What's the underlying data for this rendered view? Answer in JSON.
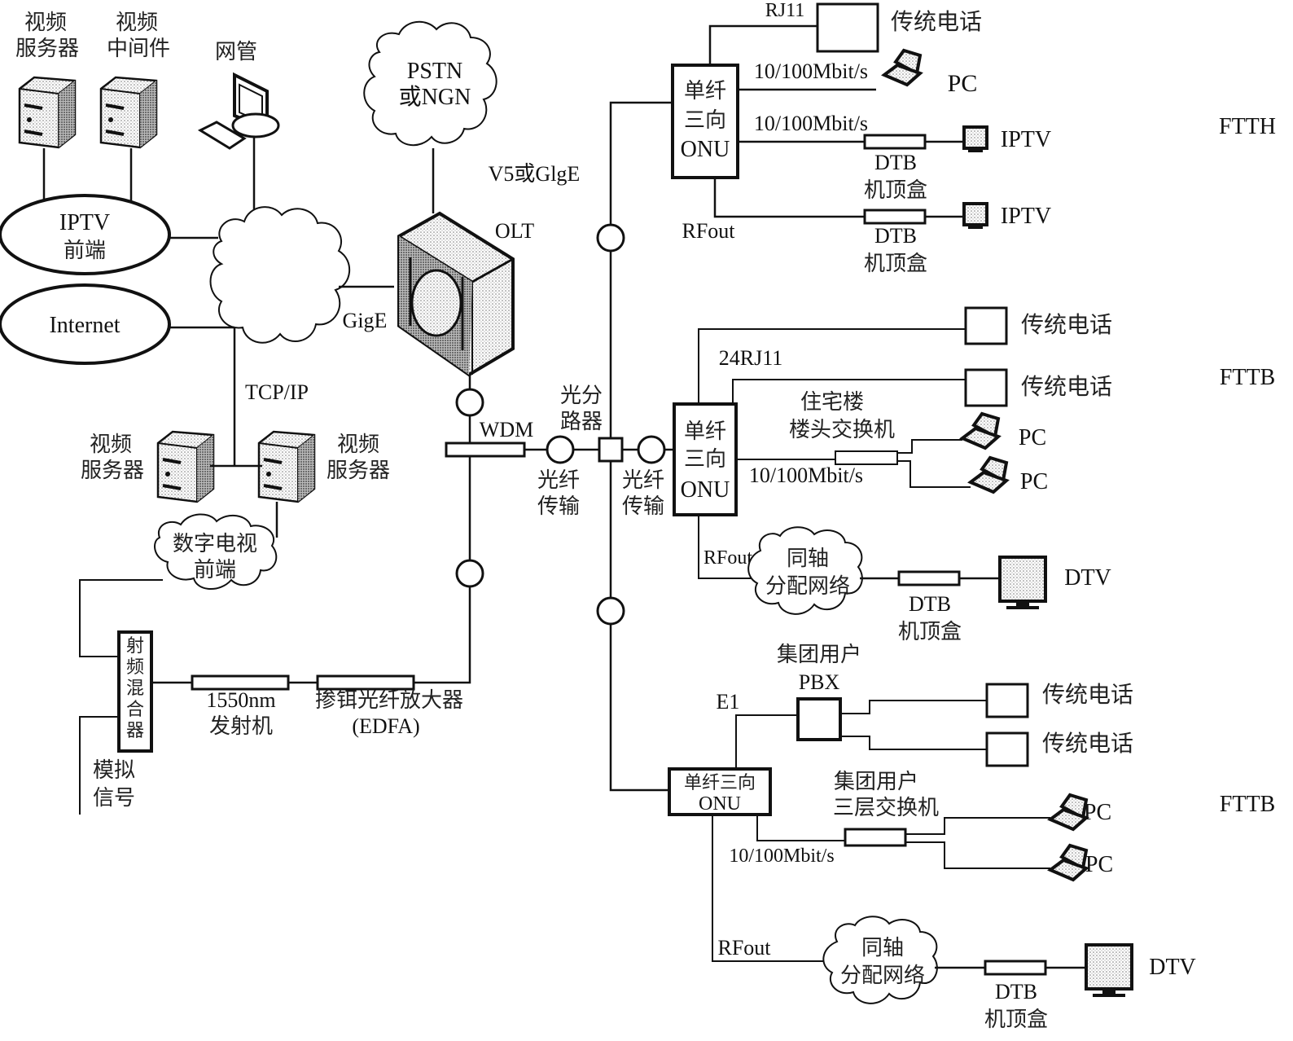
{
  "head_end": {
    "video_server_top": [
      "视频",
      "服务器"
    ],
    "video_middleware": [
      "视频",
      "中间件"
    ],
    "nms": "网管",
    "iptv_frontend": [
      "IPTV",
      "前端"
    ],
    "internet": "Internet",
    "pstn_cloud": [
      "PSTN",
      "或NGN"
    ],
    "v5_label": "V5或GlgE",
    "olt_label": "OLT",
    "gige_label": "GigE",
    "tcpip_label": "TCP/IP",
    "video_server_left": [
      "视频",
      "服务器"
    ],
    "video_server_right": [
      "视频",
      "服务器"
    ],
    "dtv_frontend": [
      "数字电视",
      "前端"
    ],
    "rf_mixer": [
      "射",
      "频",
      "混",
      "合",
      "器"
    ],
    "analog_signal": [
      "模拟",
      "信号"
    ],
    "transmitter": [
      "1550nm",
      "发射机"
    ],
    "edfa": [
      "掺铒光纤放大器",
      "(EDFA)"
    ],
    "wdm_label": "WDM",
    "splitter_label": [
      "光分",
      "路器"
    ],
    "fiber_left": [
      "光纤",
      "传输"
    ],
    "fiber_right": [
      "光纤",
      "传输"
    ]
  },
  "ftth": {
    "section_label": "FTTH",
    "onu": [
      "单纤",
      "三向",
      "ONU"
    ],
    "rj11_label": "RJ11",
    "phone": "传统电话",
    "speed1": "10/100Mbit/s",
    "pc": "PC",
    "speed2": "10/100Mbit/s",
    "stb1": [
      "DTB",
      "机顶盒"
    ],
    "iptv1": "IPTV",
    "rfout": "RFout",
    "stb2": [
      "DTB",
      "机顶盒"
    ],
    "iptv2": "IPTV"
  },
  "fttb1": {
    "section_label": "FTTB",
    "onu": [
      "单纤",
      "三向",
      "ONU"
    ],
    "rj11_label": "24RJ11",
    "phone1": "传统电话",
    "phone2": "传统电话",
    "switch_label": [
      "住宅楼",
      "楼头交换机"
    ],
    "speed": "10/100Mbit/s",
    "pc1": "PC",
    "pc2": "PC",
    "rfout": "RFout",
    "coax_cloud": [
      "同轴",
      "分配网络"
    ],
    "stb": [
      "DTB",
      "机顶盒"
    ],
    "dtv": "DTV"
  },
  "fttb2": {
    "section_label": "FTTB",
    "onu": [
      "单纤三向",
      "ONU"
    ],
    "e1_label": "E1",
    "pbx_label": [
      "集团用户",
      "PBX"
    ],
    "phone1": "传统电话",
    "phone2": "传统电话",
    "switch_label": [
      "集团用户",
      "三层交换机"
    ],
    "speed": "10/100Mbit/s",
    "pc1": "PC",
    "pc2": "PC",
    "rfout": "RFout",
    "coax_cloud": [
      "同轴",
      "分配网络"
    ],
    "stb": [
      "DTB",
      "机顶盒"
    ],
    "dtv": "DTV"
  }
}
